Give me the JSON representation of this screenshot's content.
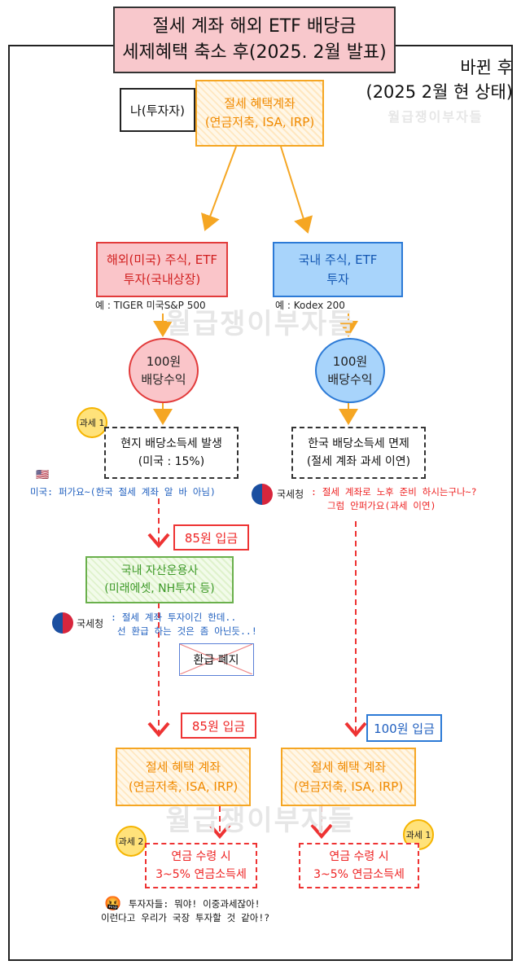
{
  "title": {
    "line1": "절세 계좌 해외 ETF 배당금",
    "line2": "세제혜택 축소 후(2025. 2월 발표)"
  },
  "status": {
    "line1": "바뀐 후",
    "line2": "(2025 2월 현 상태)"
  },
  "watermark": "월급쟁이부자들",
  "investor": "나(투자자)",
  "account_top": {
    "line1": "절세 혜택계좌",
    "line2": "(연금저축, ISA, IRP)"
  },
  "left": {
    "stock_line1": "해외(미국) 주식, ETF",
    "stock_line2": "투자(국내상장)",
    "example": "예 : TIGER 미국S&P 500",
    "dividend_line1": "100원",
    "dividend_line2": "배당수익",
    "tax_badge": "과세 1",
    "withholding_line1": "현지 배당소득세 발생",
    "withholding_line2": "(미국 : 15%)",
    "us_flag": "🇺🇸",
    "us_comment": "미국: 퍼가요~(한국 절세 계좌 알 바 아님)",
    "deposit1": "85원 입금",
    "manager_line1": "국내 자산운용사",
    "manager_line2": "(미래에셋, NH투자 등)",
    "nts_label": "국세청",
    "nts_comment_line1": ":  절세 계좌 투자이긴 한데..",
    "nts_comment_line2": "선 환급 하는 것은 좀 아닌듯..!",
    "refund_abolished": "환급 폐지",
    "deposit2": "85원 입금",
    "account_line1": "절세 혜택 계좌",
    "account_line2": "(연금저축, ISA, IRP)",
    "tax_badge2": "과세 2",
    "pension_line1": "연금 수령 시",
    "pension_line2": "3~5% 연금소득세",
    "investor_emoji": "🤬",
    "investor_comment_line1": "투자자들: 뭐야! 이중과세잖아!",
    "investor_comment_line2": "이런다고 우리가 국장 투자할 것 같아!?"
  },
  "right": {
    "stock_line1": "국내 주식, ETF",
    "stock_line2": "투자",
    "example": "예 : Kodex 200",
    "dividend_line1": "100원",
    "dividend_line2": "배당수익",
    "exempt_line1": "한국 배당소득세 면제",
    "exempt_line2": "(절세 계좌 과세 이연)",
    "nts_label": "국세청",
    "nts_comment_line1": ": 절세 계좌로 노후 준비 하시는구나~?",
    "nts_comment_line2": "그럼 안퍼가요(과세 이연)",
    "deposit": "100원 입금",
    "account_line1": "절세 혜택 계좌",
    "account_line2": "(연금저축, ISA, IRP)",
    "tax_badge": "과세 1",
    "pension_line1": "연금 수령 시",
    "pension_line2": "3~5% 연금소득세"
  },
  "colors": {
    "orange": "#f5a623",
    "red": "#e23b3b",
    "blue": "#2c7ad6",
    "green": "#6ab04c",
    "title_bg": "#f8c8cc"
  }
}
